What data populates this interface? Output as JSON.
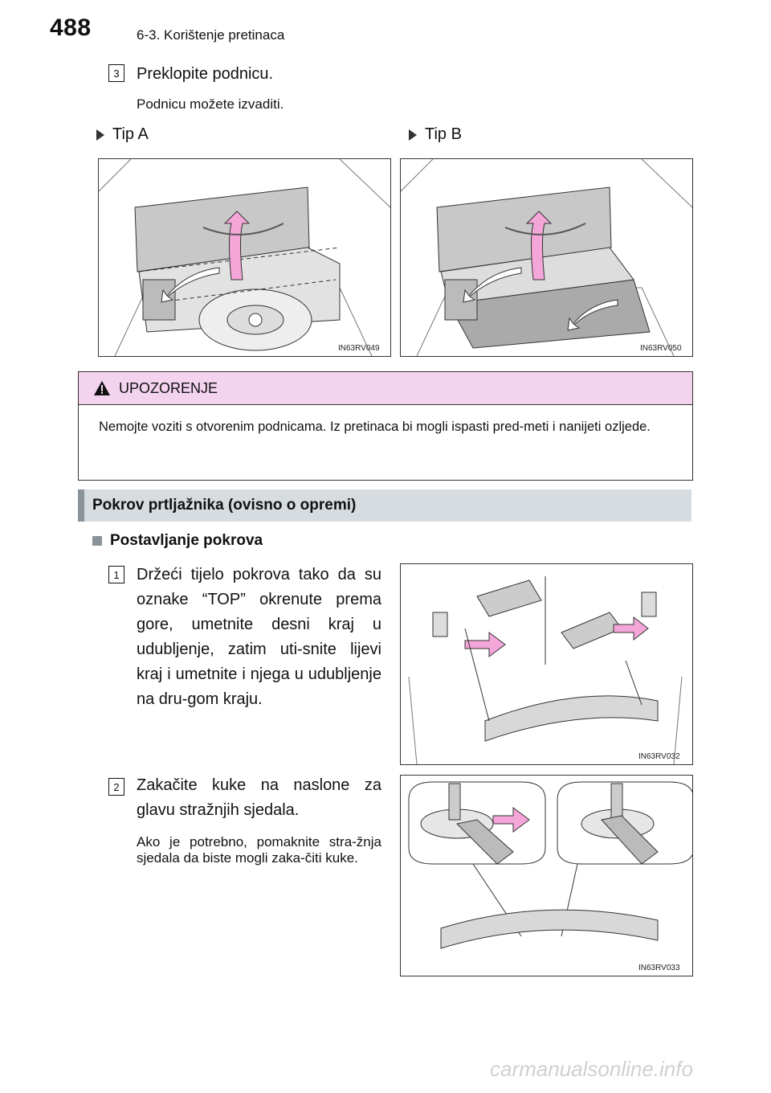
{
  "header": {
    "page_number": "488",
    "section": "6-3. Korištenje pretinaca"
  },
  "step3": {
    "number": "3",
    "title": "Preklopite podnicu.",
    "note": "Podnicu možete izvaditi."
  },
  "types": {
    "a": "Tip A",
    "b": "Tip B"
  },
  "figures": {
    "fig1": "IN63RV049",
    "fig2": "IN63RV050",
    "fig3": "IN63RV032",
    "fig4": "IN63RV033"
  },
  "warning": {
    "title": "UPOZORENJE",
    "body": "Nemojte voziti s otvorenim podnicama. Iz pretinaca bi mogli ispasti pred-meti i nanijeti ozljede."
  },
  "section": {
    "title": "Pokrov prtljažnika (ovisno o opremi)",
    "subheading": "Postavljanje pokrova"
  },
  "step1": {
    "number": "1",
    "text": "Držeći tijelo pokrova tako da su oznake “TOP” okrenute prema gore, umetnite desni kraj u udubljenje, zatim uti-snite lijevi kraj i umetnite i njega u udubljenje na dru-gom kraju."
  },
  "step2": {
    "number": "2",
    "text": "Zakačite kuke na naslone za glavu stražnjih sjedala.",
    "note": "Ako je potrebno, pomaknite stra-žnja sjedala da biste mogli zaka-čiti kuke."
  },
  "colors": {
    "pink_arrow": "#f4a6d8",
    "warning_bg": "#f3d3ee",
    "banner_bg": "#d6dcdf"
  },
  "watermark": "carmanualsonline.info"
}
